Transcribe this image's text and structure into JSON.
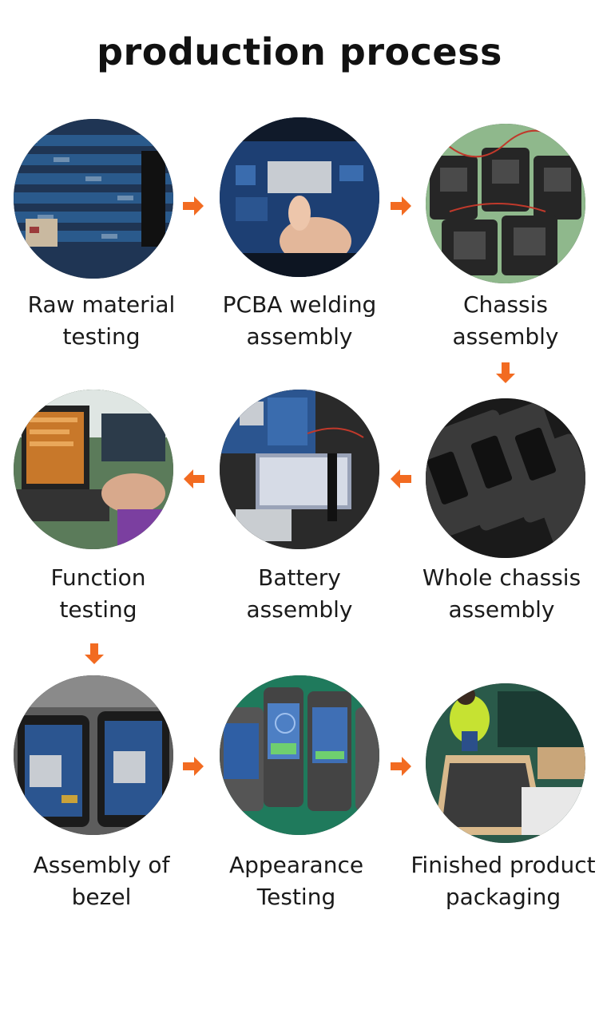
{
  "title": "production process",
  "accent_color": "#f26b21",
  "steps": [
    {
      "line1": "Raw material",
      "line2": "testing",
      "photo": "circuit-boards-rack-photo"
    },
    {
      "line1": "PCBA welding",
      "line2": "assembly",
      "photo": "pcb-hand-photo"
    },
    {
      "line1": "Chassis",
      "line2": "assembly",
      "photo": "chassis-wires-photo"
    },
    {
      "line1": "Whole chassis",
      "line2": "assembly",
      "photo": "stacked-chassis-photo"
    },
    {
      "line1": "Battery",
      "line2": "assembly",
      "photo": "battery-board-photo"
    },
    {
      "line1": "Function",
      "line2": "testing",
      "photo": "laptop-testing-photo"
    },
    {
      "line1": "Assembly of",
      "line2": "bezel",
      "photo": "bezel-boards-photo"
    },
    {
      "line1": "Appearance",
      "line2": "Testing",
      "photo": "devices-screens-photo"
    },
    {
      "line1": "Finished product",
      "line2": "packaging",
      "photo": "worker-packaging-photo"
    }
  ],
  "arrows": [
    "arrow-right-icon",
    "arrow-right-icon",
    "arrow-down-icon",
    "arrow-left-icon",
    "arrow-left-icon",
    "arrow-down-icon",
    "arrow-right-icon",
    "arrow-right-icon"
  ]
}
